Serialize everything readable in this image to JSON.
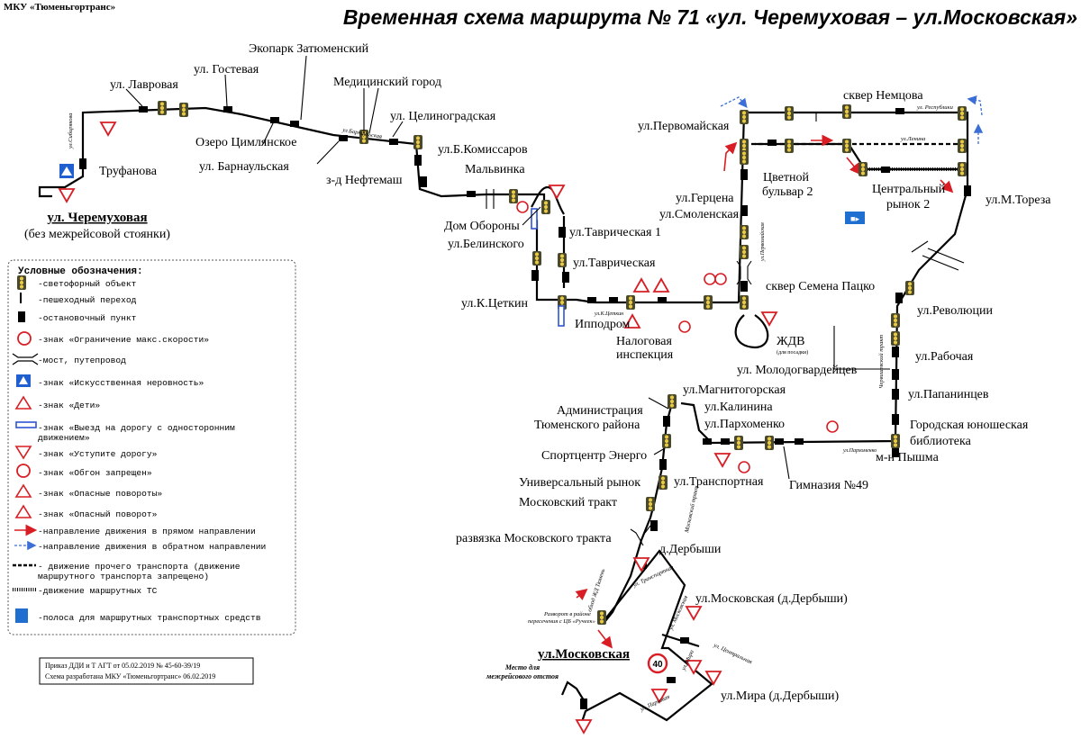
{
  "header": {
    "org": "МКУ «Тюменьгортранс»",
    "title": "Временная схема маршрута № 71 «ул. Черемуховая – ул.Московская»"
  },
  "terminals": {
    "start_name": "ул. Черемуховая",
    "start_note": "(без межрейсовой стоянки)",
    "end_name": "ул.Московская",
    "end_note_1": "Место для",
    "end_note_2": "межрейсового отстоя"
  },
  "stops": {
    "lavrovaya": "ул. Лавровая",
    "gostevaya": "ул. Гостевая",
    "ekopark": "Экопарк Затюменский",
    "med_gorod": "Медицинский город",
    "ozero": "Озеро Цимлянское",
    "barnaulskaya": "ул. Барнаульская",
    "tselinogradskaya": "ул. Целиноградская",
    "trufanova": "Труфанова",
    "b_komissarov": "ул.Б.Комиссаров",
    "z_d_neftemash": "з-д Нефтемаш",
    "malvinka": "Мальвинка",
    "dom_oborony": "Дом Обороны",
    "belinskogo": "ул.Белинского",
    "tavricheskaya_1": "ул.Таврическая 1",
    "tavricheskaya": "ул.Таврическая",
    "k_tsetkin": "ул.К.Цеткин",
    "ippodrom": "Ипподром",
    "nalogovaya_1": "Налоговая",
    "nalogovaya_2": "инспекция",
    "pervomayskaya": "ул.Первомайская",
    "gertsena": "ул.Герцена",
    "smolenskaya": "ул.Смоленская",
    "tsvetnoy_1": "Цветной",
    "tsvetnoy_2": "бульвар 2",
    "skver_nemtsova": "сквер Немцова",
    "tsentr_rynok_1": "Центральный",
    "tsentr_rynok_2": "рынок 2",
    "m_toreza": "ул.М.Тореза",
    "skver_patsko": "сквер Семена Пацко",
    "zhdv": "ЖДВ",
    "zhdv_note": "(для посадки)",
    "revolyutsii": "ул.Революции",
    "rabochaya": "ул.Рабочая",
    "molodogvardeytsev": "ул. Молодогвардейцев",
    "papanintsev": "ул.Папанинцев",
    "biblioteka_1": "Городская юношеская",
    "biblioteka_2": "библиотека",
    "pyshma": "м-н Пышма",
    "magnitogorskaya": "ул.Магнитогорская",
    "kalinina": "ул.Калинина",
    "parkhomenko": "ул.Пархоменко",
    "admin_1": "Администрация",
    "admin_2": "Тюменского района",
    "sportcentr": "Спортцентр Энерго",
    "univ_rynok": "Универсальный рынок",
    "transportnaya": "ул.Транспортная",
    "gimnaziya": "Гимназия №49",
    "mosk_trakt": "Московский тракт",
    "razvyazka": "развязка Московского тракта",
    "d_derbyshi": "д.Дербыши",
    "moskovskaya_d": "ул.Московская (д.Дербыши)",
    "mira_d": "ул.Мира (д.Дербыши)",
    "razvorot_1": "Разворот в районе",
    "razvorot_2": "пересечения с ЦБ «Ручеек»"
  },
  "streets": {
    "sibiryakova": "ул.Сибирякова",
    "barnaulskaya": "ул.Барнаульская",
    "pervomayskaya": "ул.Первомайская",
    "respubliki": "ул. Республики",
    "lenina": "ул.Ленина",
    "k_tsetkin": "ул.К.Цеткин",
    "chervishevsky": "Червишевский тракт",
    "parkhomenko": "ул.Пархоменко",
    "moskovsky": "Московский тракт",
    "ul_transportnaya": "ул. Транспортная",
    "moskovskaya": "ул. Московская",
    "tsentralnaya": "ул. Центральная",
    "mira": "ул. Мира",
    "parkovaya": "ул. Парковая",
    "bypass": "обход ЖД Тюмень"
  },
  "legend": {
    "title": "Условные обозначения:",
    "items": [
      {
        "icon": "traffic-light-icon",
        "label": "-светофорный объект"
      },
      {
        "icon": "crosswalk-icon",
        "label": "-пешеходный переход"
      },
      {
        "icon": "bus-stop-icon",
        "label": "-остановочный пункт"
      },
      {
        "icon": "speed-limit-sign-icon",
        "label": "-знак «Ограничение макс.скорости»"
      },
      {
        "icon": "bridge-icon",
        "label": "-мост, путепровод"
      },
      {
        "icon": "speed-bump-sign-icon",
        "label": "-знак «Искусственная неровность»"
      },
      {
        "icon": "children-sign-icon",
        "label": "-знак «Дети»"
      },
      {
        "icon": "one-way-exit-sign-icon",
        "label": "-знак «Выезд на дорогу с односторонним движением»"
      },
      {
        "icon": "give-way-sign-icon",
        "label": "-знак «Уступите дорогу»"
      },
      {
        "icon": "no-overtaking-sign-icon",
        "label": "-знак «Обгон запрещен»"
      },
      {
        "icon": "dangerous-turns-sign-icon",
        "label": "-знак «Опасные повороты»"
      },
      {
        "icon": "dangerous-turn-sign-icon",
        "label": "-знак «Опасный поворот»"
      },
      {
        "icon": "red-arrow-icon",
        "label": "-направление движения в прямом направлении"
      },
      {
        "icon": "blue-arrow-icon",
        "label": "-направление движения в обратном направлении"
      },
      {
        "icon": "dashed-line-icon",
        "label": "- движение прочего транспорта (движение маршрутного транспорта запрещено)"
      },
      {
        "icon": "hatched-line-icon",
        "label": "-движение маршрутных ТС"
      },
      {
        "icon": "bus-lane-sign-icon",
        "label": "-полоса для маршрутных транспортных средств"
      }
    ],
    "speed_value": "40"
  },
  "order": {
    "line1": "Приказ ДДИ и Т АГТ от 05.02.2019 № 45-60-39/19",
    "line2": "Схема разработана МКУ «Тюменьгортранс» 06.02.2019"
  },
  "colors": {
    "route": "#000000",
    "forward": "#d81e24",
    "reverse": "#3b6fd6",
    "bus_lane": "#1f6fd1",
    "traffic_light": "#8a7a2a"
  }
}
